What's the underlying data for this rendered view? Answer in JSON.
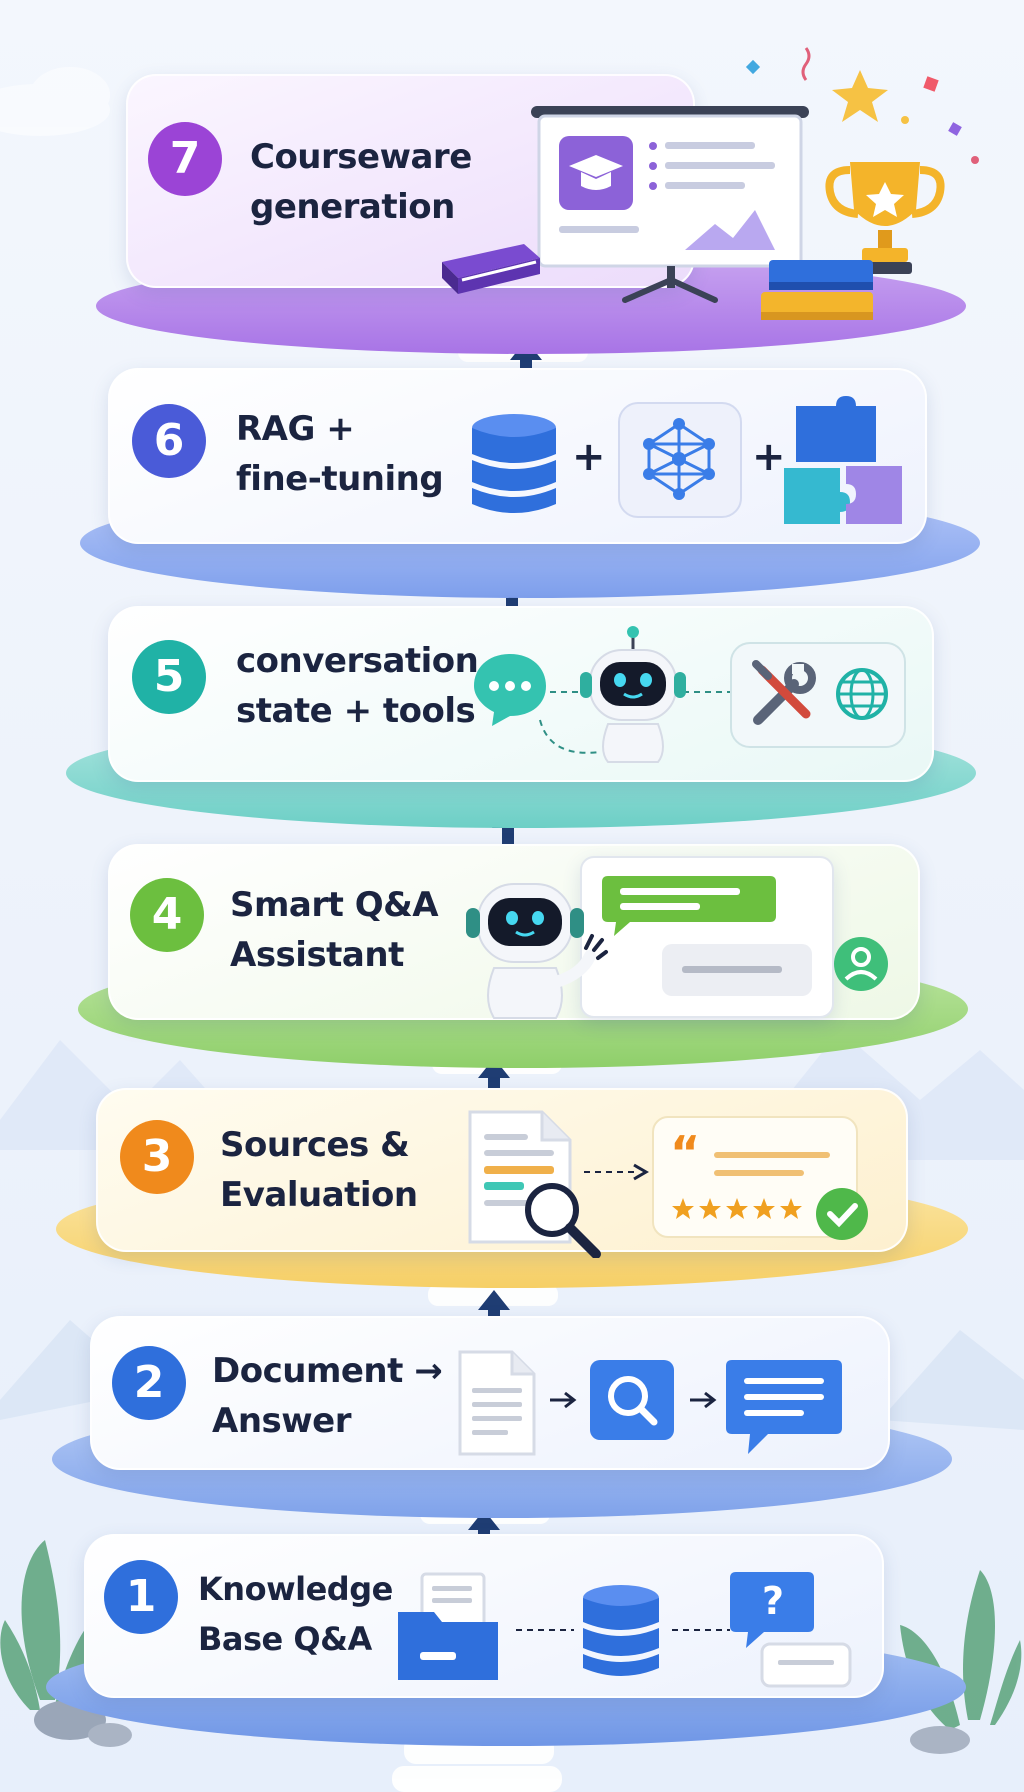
{
  "stages": [
    {
      "number": "7",
      "line1": "Courseware",
      "line2": "generation",
      "color": "#9b44d6"
    },
    {
      "number": "6",
      "line1": "RAG +",
      "line2": "fine-tuning",
      "color": "#4a5bd8"
    },
    {
      "number": "5",
      "line1": "conversation",
      "line2": "state + tools",
      "color": "#20b2a6"
    },
    {
      "number": "4",
      "line1": "Smart Q&A",
      "line2": "Assistant",
      "color": "#6cbf3f"
    },
    {
      "number": "3",
      "line1": "Sources &",
      "line2": "Evaluation",
      "color": "#f08a1c"
    },
    {
      "number": "2",
      "line1": "Document →",
      "line2": "Answer",
      "color": "#2f6fdc"
    },
    {
      "number": "1",
      "line1": "Knowledge",
      "line2": "Base Q&A",
      "color": "#2f6fdc"
    }
  ],
  "symbols": {
    "plus": "+",
    "question": "?",
    "quote": "“",
    "ellipsis": "···"
  }
}
